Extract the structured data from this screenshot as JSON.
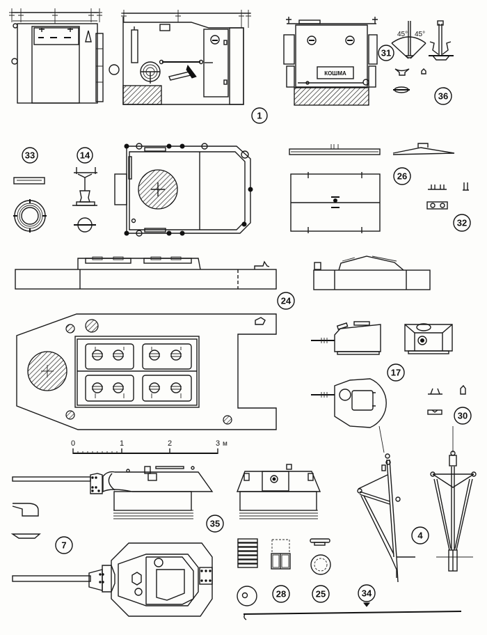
{
  "callouts": {
    "c1": "1",
    "c36": "36",
    "c31": "31",
    "c33": "33",
    "c14": "14",
    "c26": "26",
    "c32": "32",
    "c24": "24",
    "c17": "17",
    "c30": "30",
    "c35": "35",
    "c7": "7",
    "c4": "4",
    "c28": "28",
    "c25": "25",
    "c34": "34"
  },
  "labels": {
    "box_label": "КОШМА",
    "angle_left": "45°",
    "angle_right": "45°"
  },
  "scale_bar": {
    "ticks": [
      "0",
      "1",
      "2",
      "3"
    ],
    "unit": "м"
  },
  "colors": {
    "ink": "#111111",
    "paper": "#fdfdfb"
  }
}
